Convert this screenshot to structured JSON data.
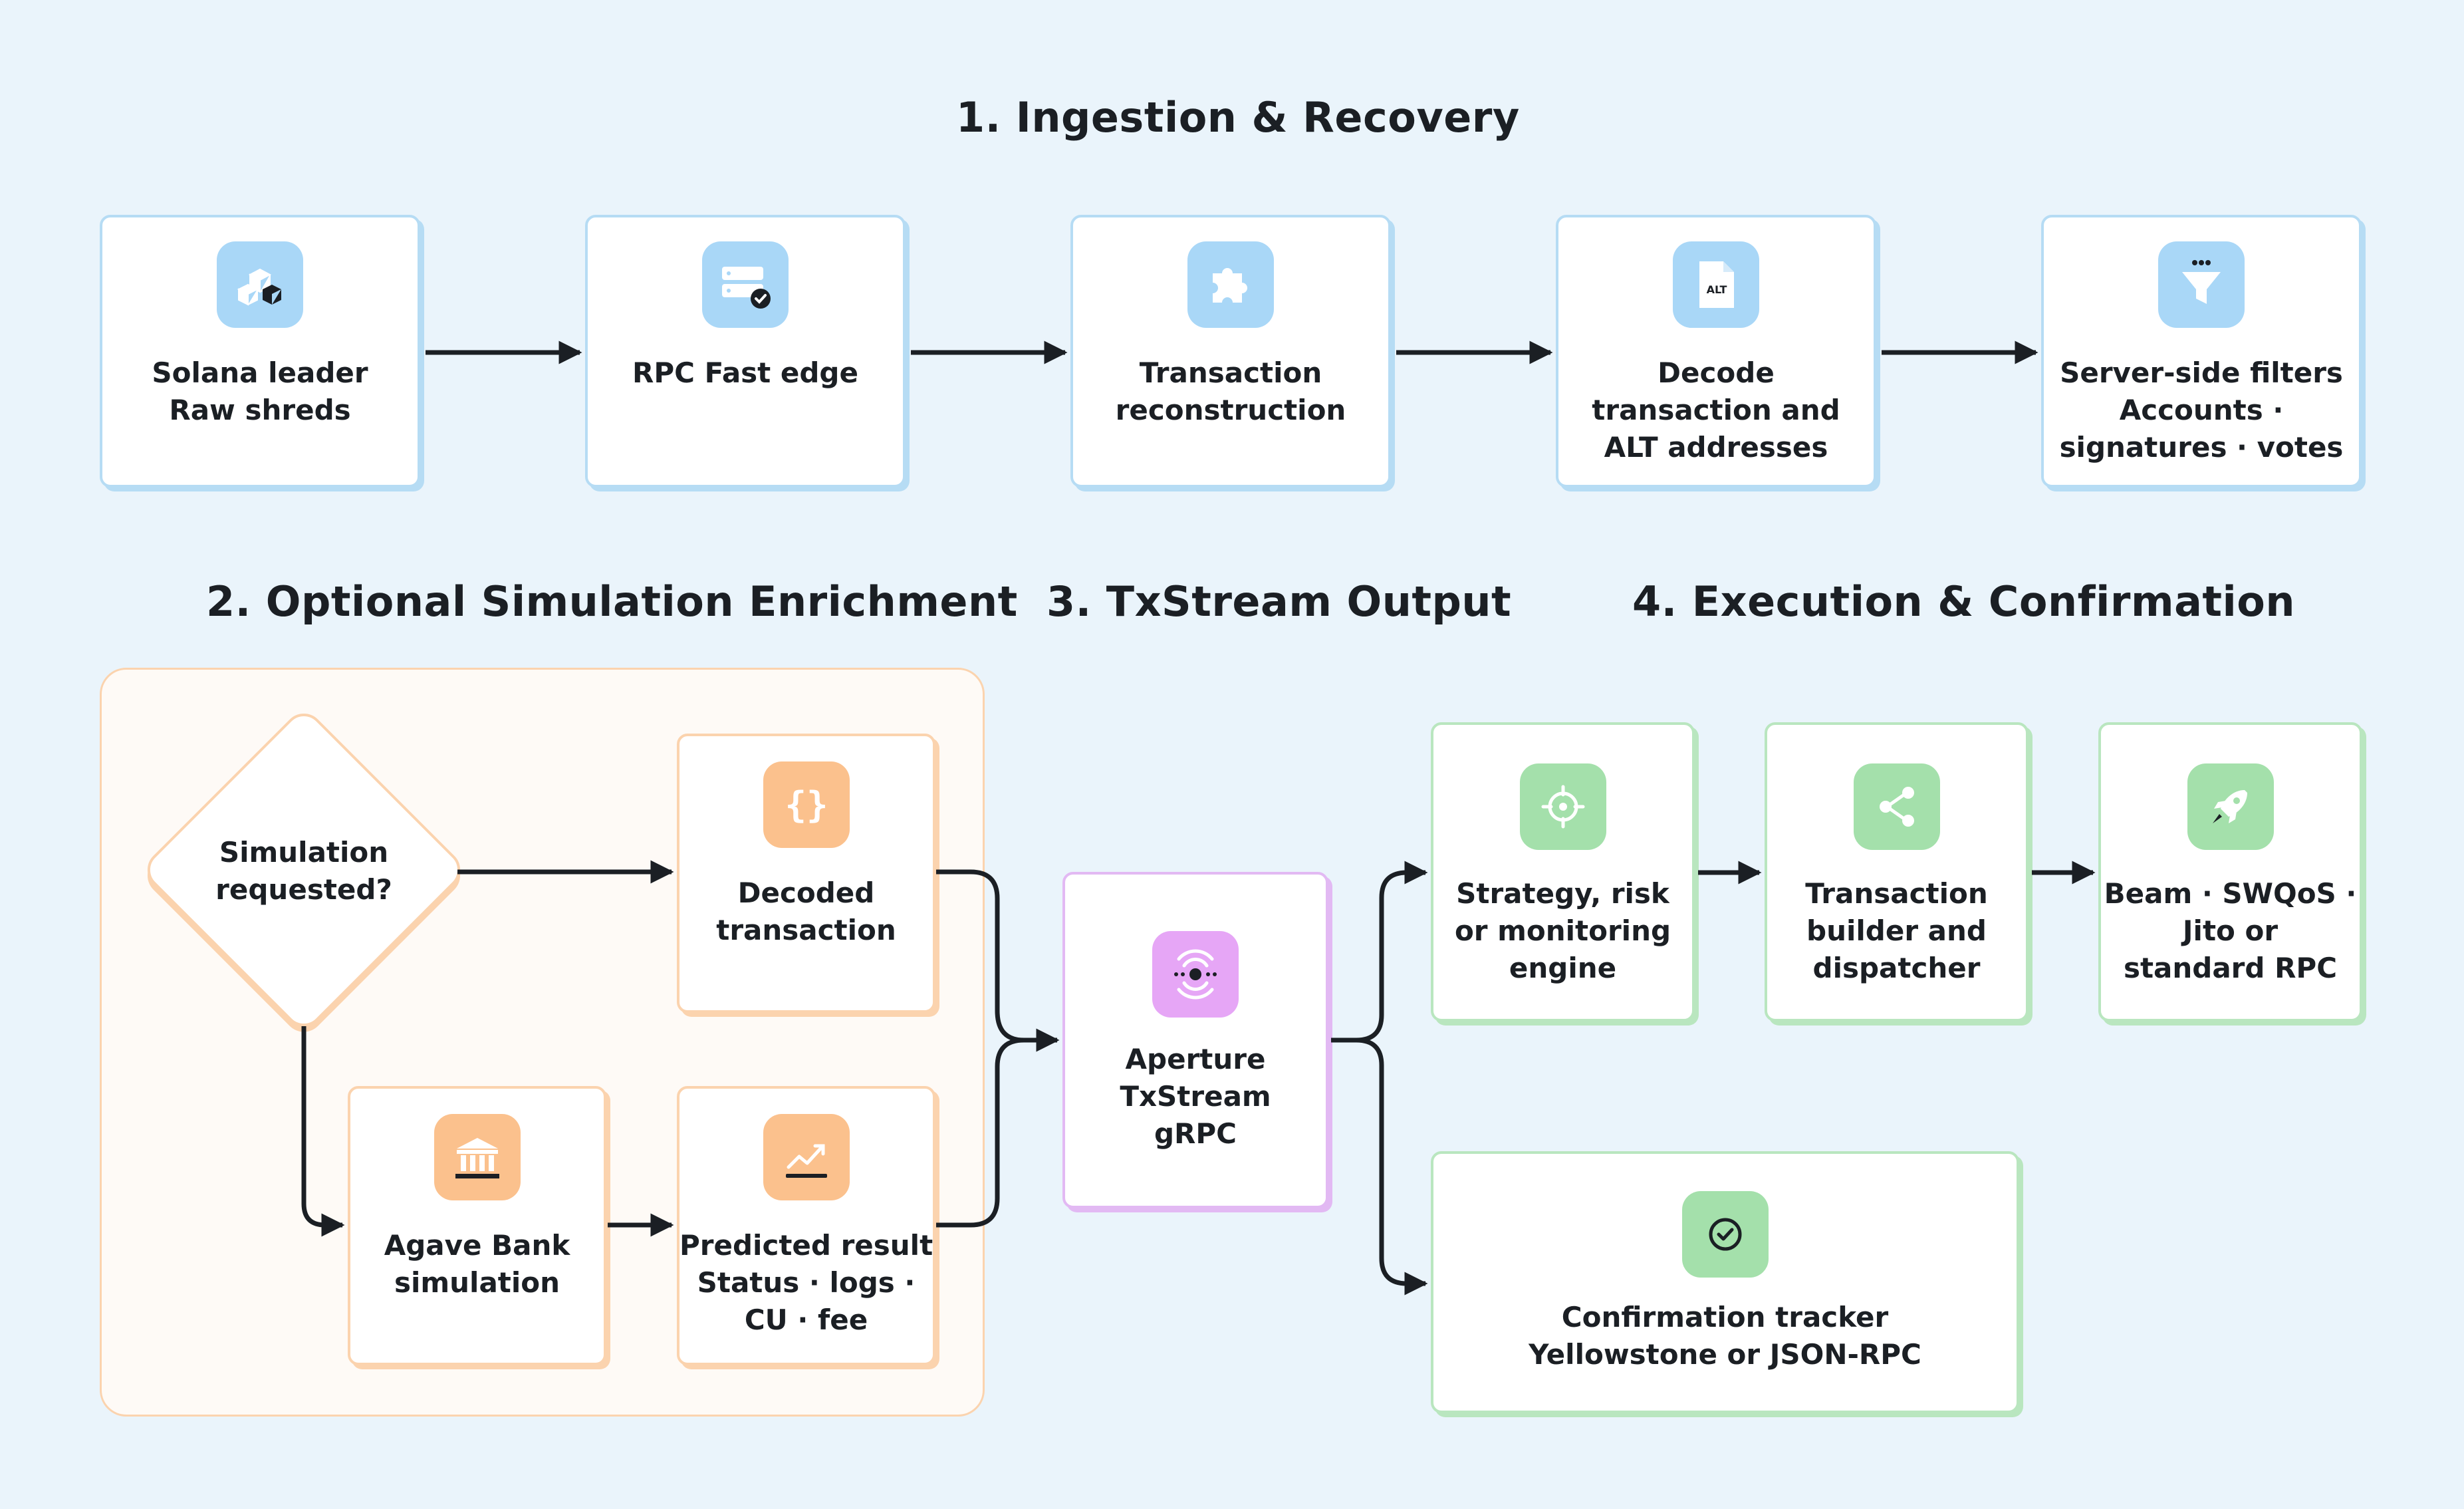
{
  "sections": {
    "ingestion": "1. Ingestion & Recovery",
    "simulation": "2. Optional Simulation Enrichment",
    "output": "3. TxStream Output",
    "execution": "4. Execution & Confirmation"
  },
  "nodes": {
    "solana_leader": [
      "Solana leader",
      "Raw shreds"
    ],
    "rpc_fast_edge": [
      "RPC Fast edge"
    ],
    "tx_reconstruction": [
      "Transaction",
      "reconstruction"
    ],
    "decode": [
      "Decode",
      "transaction and",
      "ALT addresses"
    ],
    "filters": [
      "Server-side filters",
      "Accounts ·",
      "signatures · votes"
    ],
    "simulation_requested": [
      "Simulation",
      "requested?"
    ],
    "decoded_tx": [
      "Decoded",
      "transaction"
    ],
    "agave_bank": [
      "Agave Bank",
      "simulation"
    ],
    "predicted_result": [
      "Predicted result",
      "Status · logs ·",
      "CU · fee"
    ],
    "aperture": [
      "Aperture",
      "TxStream",
      "gRPC"
    ],
    "strategy": [
      "Strategy, risk",
      "or monitoring",
      "engine"
    ],
    "builder": [
      "Transaction",
      "builder and",
      "dispatcher"
    ],
    "beam": [
      "Beam · SWQoS ·",
      "Jito or",
      "standard RPC"
    ],
    "confirmation": [
      "Confirmation tracker",
      "Yellowstone or JSON-RPC"
    ]
  },
  "icons": {
    "solana_leader": "cubes-icon",
    "rpc_fast_edge": "server-check-icon",
    "tx_reconstruction": "puzzle-icon",
    "decode": "alt-file-icon",
    "alt_badge": "ALT",
    "filters": "funnel-icon",
    "decoded_tx": "braces-icon",
    "braces_glyph": "{}",
    "agave_bank": "bank-icon",
    "predicted_result": "trend-chart-icon",
    "aperture": "broadcast-icon",
    "strategy": "crosshair-icon",
    "builder": "share-icon",
    "beam": "rocket-icon",
    "confirmation": "check-circle-icon"
  },
  "colors": {
    "background": "#eaf4fb",
    "ingestion": "#a9d7f7",
    "simulation": "#fbc18d",
    "output": "#e6a6f6",
    "execution": "#a4e0ab",
    "arrow": "#1b1f24"
  }
}
